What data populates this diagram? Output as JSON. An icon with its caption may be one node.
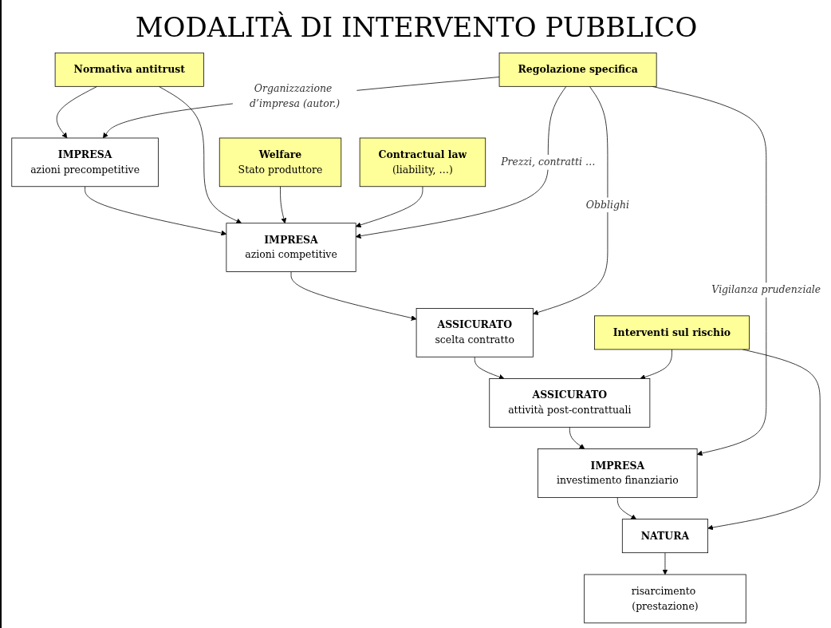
{
  "diagram": {
    "title": "MODALITÀ DI INTERVENTO PUBBLICO",
    "nodes": [
      {
        "text": [
          "IMPRESA",
          "azioni precompetitive"
        ]
      },
      {
        "text": [
          "IMPRESA",
          "azioni competitive"
        ]
      },
      {
        "text": [
          "ASSICURATO",
          "scelta contratto"
        ]
      },
      {
        "text": [
          "ASSICURATO",
          "attività post-contrattuali"
        ]
      },
      {
        "text": [
          "IMPRESA",
          "investimento finanziario"
        ]
      },
      {
        "text": [
          "NATURA"
        ]
      },
      {
        "text": [
          "risarcimento (prestazione)"
        ]
      },
      {
        "text": [
          "Normativa antitrust"
        ]
      },
      {
        "text": [
          "Welfare",
          "Stato produttore"
        ]
      },
      {
        "text": [
          "Contractual law",
          "(liability, …)"
        ]
      },
      {
        "text": [
          "Regolazione specifica"
        ]
      },
      {
        "text": [
          "Interventi sul rischio"
        ]
      }
    ],
    "edges": [
      {
        "from": 0,
        "to": 1,
        "arrow": "to"
      },
      {
        "from": 1,
        "to": 2,
        "arrow": "to"
      },
      {
        "from": 2,
        "to": 3,
        "arrow": "to"
      },
      {
        "from": 3,
        "to": 4,
        "arrow": "to"
      },
      {
        "from": 4,
        "to": 5,
        "arrow": "to"
      },
      {
        "from": 5,
        "to": 6,
        "arrow": "to"
      },
      {
        "from": 7,
        "to": 0,
        "arrow": "to"
      },
      {
        "from": 7,
        "to": 1,
        "arrow": "to"
      },
      {
        "from": 8,
        "to": 1,
        "arrow": "to"
      },
      {
        "from": 9,
        "to": 1,
        "arrow": "to"
      },
      {
        "from": 10,
        "to": 0,
        "arrow": "to",
        "label": "Organizzazione d’impresa (autor.)"
      },
      {
        "from": 10,
        "to": 1,
        "arrow": "to",
        "label": "Prezzi, contratti …"
      },
      {
        "from": 10,
        "to": 2,
        "arrow": "to",
        "label": "Obblighi"
      },
      {
        "from": 10,
        "to": 4,
        "arrow": "to",
        "label": "Vigilanza prudenziale"
      },
      {
        "from": 11,
        "to": 3,
        "arrow": "to"
      },
      {
        "from": 11,
        "to": 5,
        "arrow": "to"
      }
    ]
  }
}
